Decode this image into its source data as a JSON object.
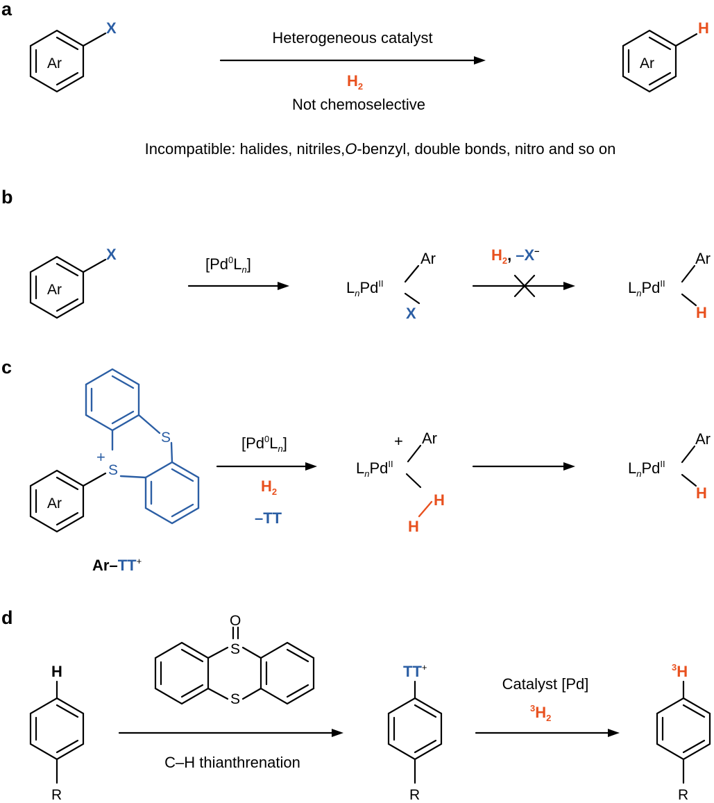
{
  "panels": {
    "a": {
      "label": "a",
      "substituent_start": "X",
      "ring_label": "Ar",
      "arrow_top": "Heterogeneous catalyst",
      "arrow_reagent": "H",
      "arrow_reagent_sub": "2",
      "arrow_bottom": "Not chemoselective",
      "product_substituent": "H",
      "product_ring_label": "Ar",
      "note_prefix": "Incompatible: halides, nitriles,",
      "note_italic": "O",
      "note_suffix": "-benzyl, double bonds, nitro and so on"
    },
    "b": {
      "label": "b",
      "substituent": "X",
      "ring_label": "Ar",
      "step1_reagent_open": "[Pd",
      "step1_reagent_sup": "0",
      "step1_reagent_L": "L",
      "step1_reagent_n": "n",
      "step1_reagent_close": "]",
      "intermediate_L": "L",
      "intermediate_n": "n",
      "intermediate_Pd": "Pd",
      "intermediate_ox": "II",
      "intermediate_ar": "Ar",
      "intermediate_x": "X",
      "step2_h": "H",
      "step2_h_sub": "2",
      "step2_comma": ",",
      "step2_x": "–X",
      "step2_x_sup": "–",
      "product_L": "L",
      "product_n": "n",
      "product_Pd": "Pd",
      "product_ox": "II",
      "product_ar": "Ar",
      "product_h": "H"
    },
    "c": {
      "label": "c",
      "s_top": "S",
      "s_bottom": "S",
      "s_charge": "+",
      "ring_label": "Ar",
      "caption_ar": "Ar–",
      "caption_tt": "TT",
      "caption_charge": "+",
      "step1_reagent_open": "[Pd",
      "step1_reagent_sup": "0",
      "step1_reagent_L": "L",
      "step1_reagent_n": "n",
      "step1_reagent_close": "]",
      "step1_h": "H",
      "step1_h_sub": "2",
      "step1_tt": "–TT",
      "intermediate_charge": "+",
      "intermediate_L": "L",
      "intermediate_n": "n",
      "intermediate_Pd": "Pd",
      "intermediate_ox": "II",
      "intermediate_ar": "Ar",
      "intermediate_h1": "H",
      "intermediate_h2": "H",
      "product_L": "L",
      "product_n": "n",
      "product_Pd": "Pd",
      "product_ox": "II",
      "product_ar": "Ar",
      "product_h": "H"
    },
    "d": {
      "label": "d",
      "start_top": "H",
      "start_bottom": "R",
      "reagent_o": "O",
      "reagent_s_top": "S",
      "reagent_s_bottom": "S",
      "step1_caption": "C–H thianthrenation",
      "middle_top": "TT",
      "middle_charge": "+",
      "middle_bottom": "R",
      "step2_top": "Catalyst [Pd]",
      "step2_iso": "3",
      "step2_h": "H",
      "step2_h_sub": "2",
      "product_iso": "3",
      "product_top": "H",
      "product_bottom": "R"
    }
  },
  "colors": {
    "blue": "#2b5ea4",
    "orange": "#e8501e",
    "black": "#000000"
  }
}
